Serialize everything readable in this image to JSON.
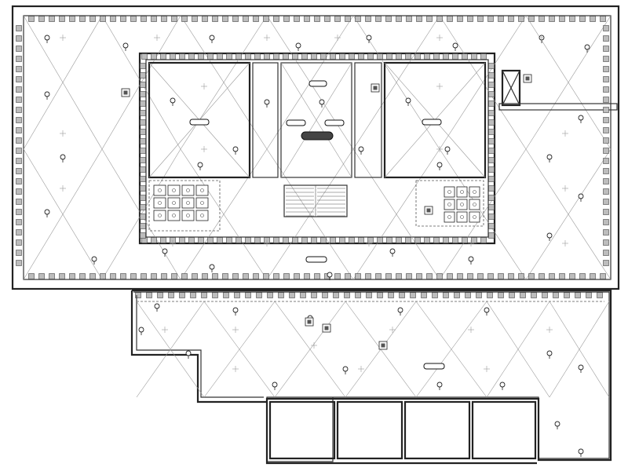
{
  "drawing": {
    "type": "architectural floor plan (reflected ceiling / lighting layout)",
    "colors": {
      "line": "#222222",
      "grid": "#9a9a9a",
      "column": "#bdbdbd",
      "background": "#ffffff"
    }
  },
  "room_tags": [
    {
      "id": "tag-room-left",
      "label": ""
    },
    {
      "id": "tag-room-center-top",
      "label": ""
    },
    {
      "id": "tag-room-center-left",
      "label": ""
    },
    {
      "id": "tag-room-center-right",
      "label": ""
    },
    {
      "id": "tag-room-right",
      "label": ""
    },
    {
      "id": "tag-corridor",
      "label": ""
    },
    {
      "id": "tag-lower-wing",
      "label": ""
    }
  ]
}
